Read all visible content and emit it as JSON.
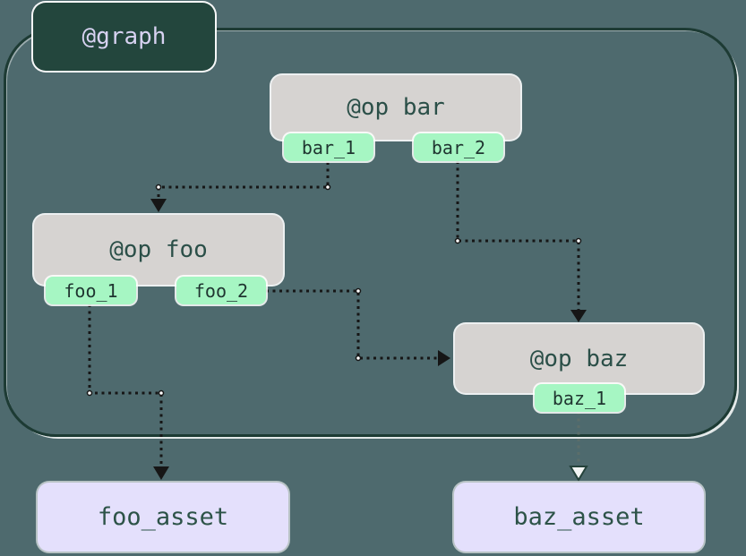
{
  "colors": {
    "background": "#4e6a6e",
    "graph_box": "#23463d",
    "graph_text": "#d7d2f1",
    "graph_border": "#1d3b34",
    "op_box": "#d6d3d1",
    "op_text": "#2b4f48",
    "output_tag": "#a6f6c3",
    "output_tag_text": "#1f3530",
    "asset_box": "#e4e0fc",
    "asset_text": "#2d5348",
    "edge": "#161616"
  },
  "diagram": {
    "graph_label": "@graph",
    "ops": [
      {
        "label": "@op bar",
        "outputs": [
          "bar_1",
          "bar_2"
        ]
      },
      {
        "label": "@op foo",
        "outputs": [
          "foo_1",
          "foo_2"
        ]
      },
      {
        "label": "@op baz",
        "outputs": [
          "baz_1"
        ]
      }
    ],
    "assets": [
      {
        "label": "foo_asset"
      },
      {
        "label": "baz_asset"
      }
    ],
    "edges": [
      {
        "from": "bar_1",
        "to": "@op foo"
      },
      {
        "from": "bar_2",
        "to": "@op baz"
      },
      {
        "from": "foo_2",
        "to": "@op baz"
      },
      {
        "from": "foo_1",
        "to": "foo_asset"
      },
      {
        "from": "baz_1",
        "to": "baz_asset"
      }
    ]
  }
}
